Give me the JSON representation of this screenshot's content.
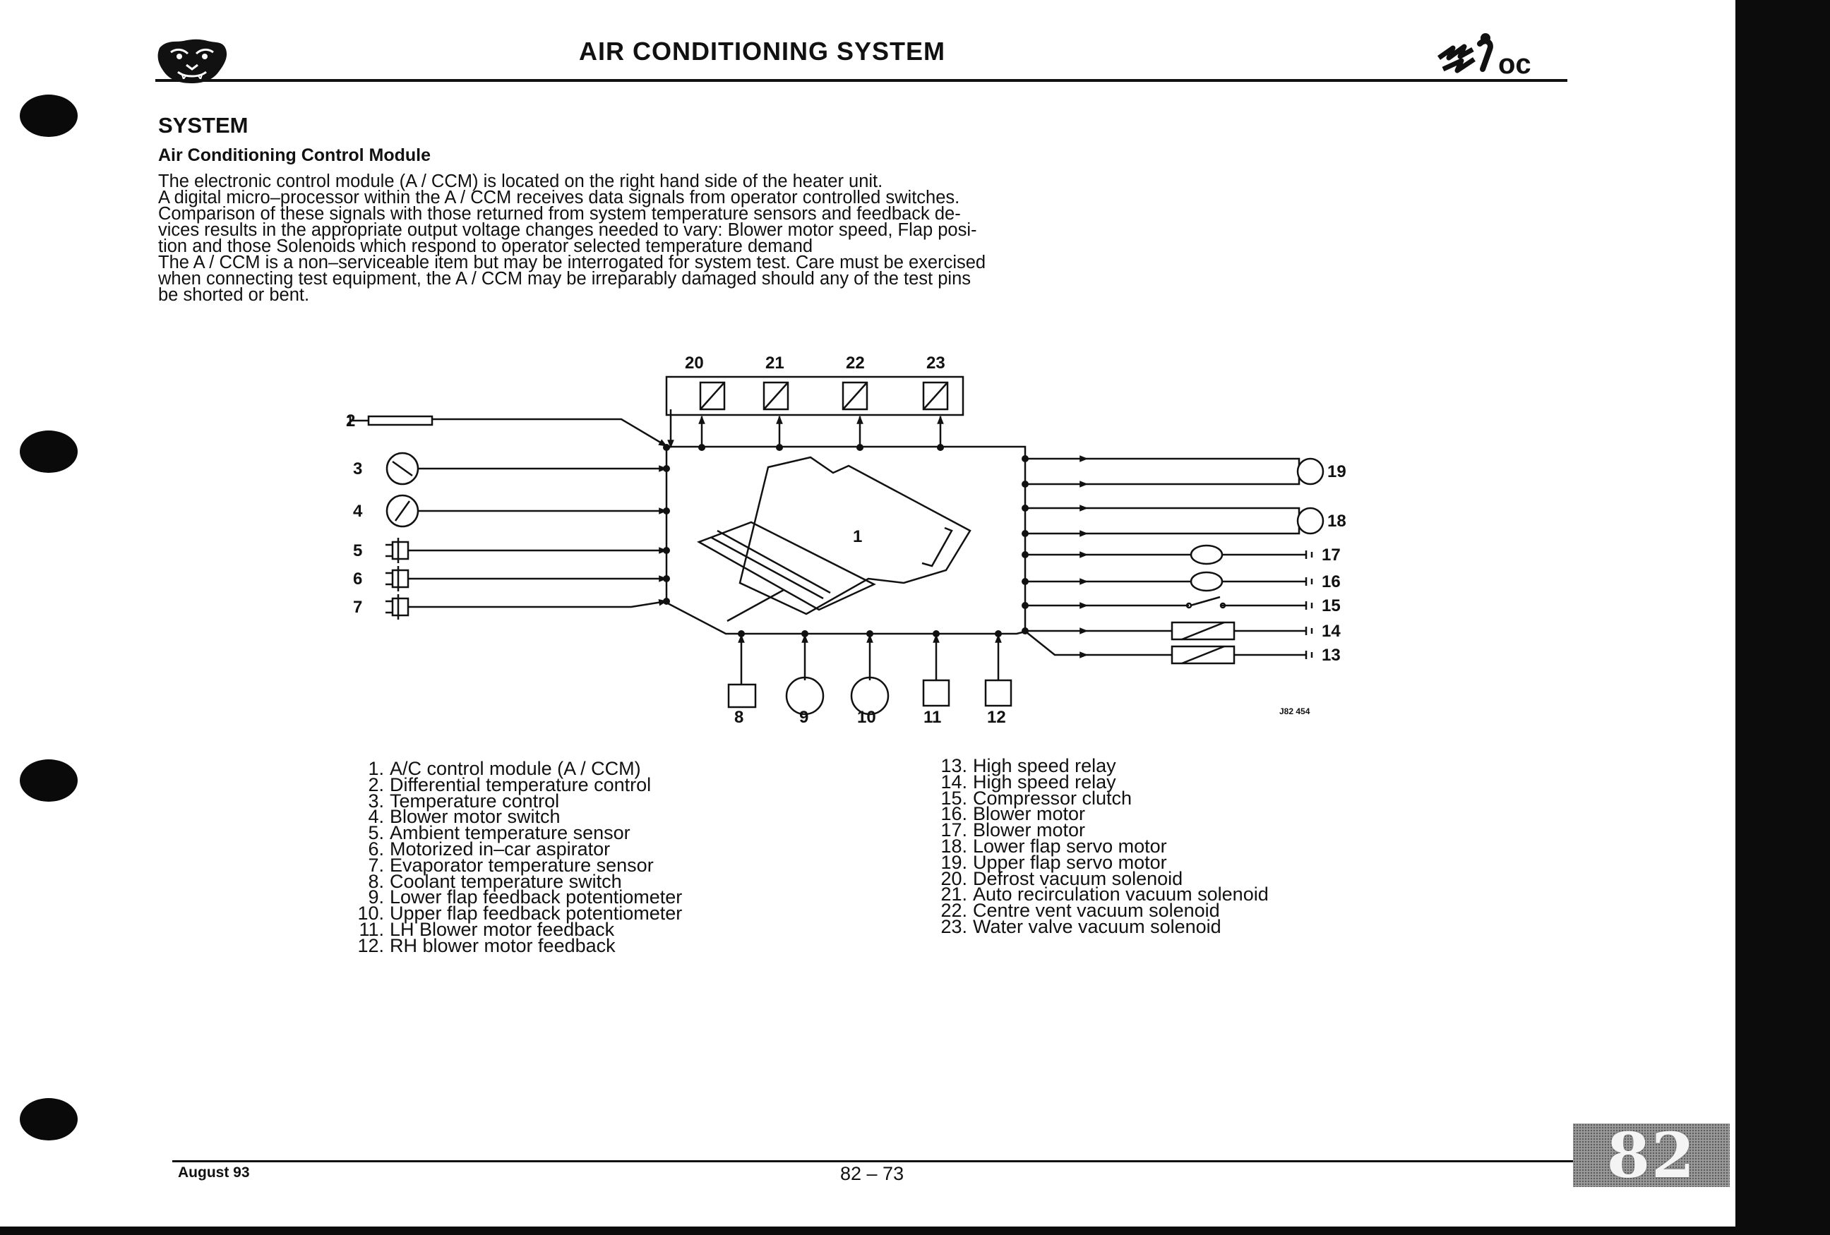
{
  "header": {
    "title": "AIR CONDITIONING SYSTEM",
    "symbol_suffix": "oc"
  },
  "section_heading": "SYSTEM",
  "subheading": "Air Conditioning Control Module",
  "intro_lines": [
    "The electronic control module (A / CCM) is located on the right hand side of the heater unit.",
    "A digital micro–processor within the A / CCM receives data signals from operator controlled switches.",
    "Comparison of these signals with those returned from system temperature sensors and feedback de-",
    "vices results in the appropriate output voltage changes needed to vary:  Blower motor speed, Flap posi-",
    "tion and those Solenoids which respond to operator selected temperature demand",
    "The A / CCM is a non–serviceable item but may be interrogated for system test.  Care must be exercised",
    "when connecting test equipment, the A / CCM may be irreparably damaged should any of the test pins",
    "be shorted or bent."
  ],
  "diagram": {
    "module_label": "1",
    "top_labels": [
      "20",
      "21",
      "22",
      "23"
    ],
    "left_labels": [
      "2",
      "3",
      "4",
      "5",
      "6",
      "7"
    ],
    "bottom_labels": [
      "8",
      "9",
      "10",
      "11",
      "12"
    ],
    "right_labels": [
      "19",
      "18",
      "17",
      "16",
      "15",
      "14",
      "13"
    ],
    "figure_ref": "J82 454"
  },
  "legend_left": [
    {
      "num": "1.",
      "text": "A/C control module (A / CCM)"
    },
    {
      "num": "2.",
      "text": "Differential temperature control"
    },
    {
      "num": "3.",
      "text": "Temperature control"
    },
    {
      "num": "4.",
      "text": "Blower motor switch"
    },
    {
      "num": "5.",
      "text": "Ambient temperature sensor"
    },
    {
      "num": "6.",
      "text": "Motorized in–car aspirator"
    },
    {
      "num": "7.",
      "text": "Evaporator temperature sensor"
    },
    {
      "num": "8.",
      "text": "Coolant temperature switch"
    },
    {
      "num": "9.",
      "text": "Lower flap feedback potentiometer"
    },
    {
      "num": "10.",
      "text": "Upper flap feedback potentiometer"
    },
    {
      "num": "11.",
      "text": "LH Blower motor feedback"
    },
    {
      "num": "12.",
      "text": "RH blower motor feedback"
    }
  ],
  "legend_right": [
    {
      "num": "13.",
      "text": "High speed relay"
    },
    {
      "num": "14.",
      "text": "High speed relay"
    },
    {
      "num": "15.",
      "text": "Compressor clutch"
    },
    {
      "num": "16.",
      "text": "Blower motor"
    },
    {
      "num": "17.",
      "text": "Blower motor"
    },
    {
      "num": "18.",
      "text": "Lower flap servo motor"
    },
    {
      "num": "19.",
      "text": "Upper flap servo motor"
    },
    {
      "num": "20.",
      "text": "Defrost vacuum solenoid"
    },
    {
      "num": "21.",
      "text": "Auto recirculation vacuum solenoid"
    },
    {
      "num": "22.",
      "text": "Centre vent vacuum solenoid"
    },
    {
      "num": "23.",
      "text": "Water valve vacuum solenoid"
    }
  ],
  "footer": {
    "date": "August 93",
    "page": "82 – 73",
    "section_tab": "82"
  }
}
